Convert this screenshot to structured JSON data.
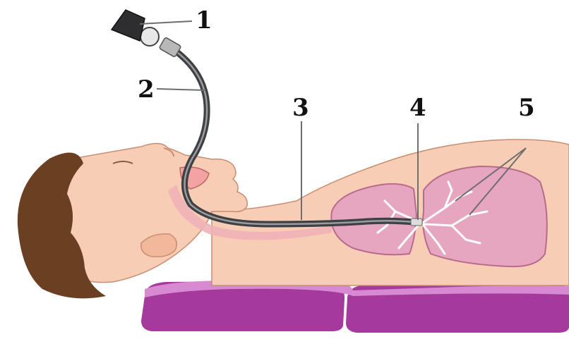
{
  "labels": {
    "eyepiece": "1",
    "flexible_tube": "2",
    "insertion_tube": "3",
    "distal_tip": "4",
    "bronchi": "5"
  },
  "colors": {
    "skin": "#f7cdb5",
    "skin_outline": "#c98e72",
    "hair": "#6b3f22",
    "lung": "#e7a6c0",
    "lung_outline": "#b86b8c",
    "pillow": "#a53a9c",
    "pillow_top": "#d78ad1",
    "scope": "#55575b"
  }
}
